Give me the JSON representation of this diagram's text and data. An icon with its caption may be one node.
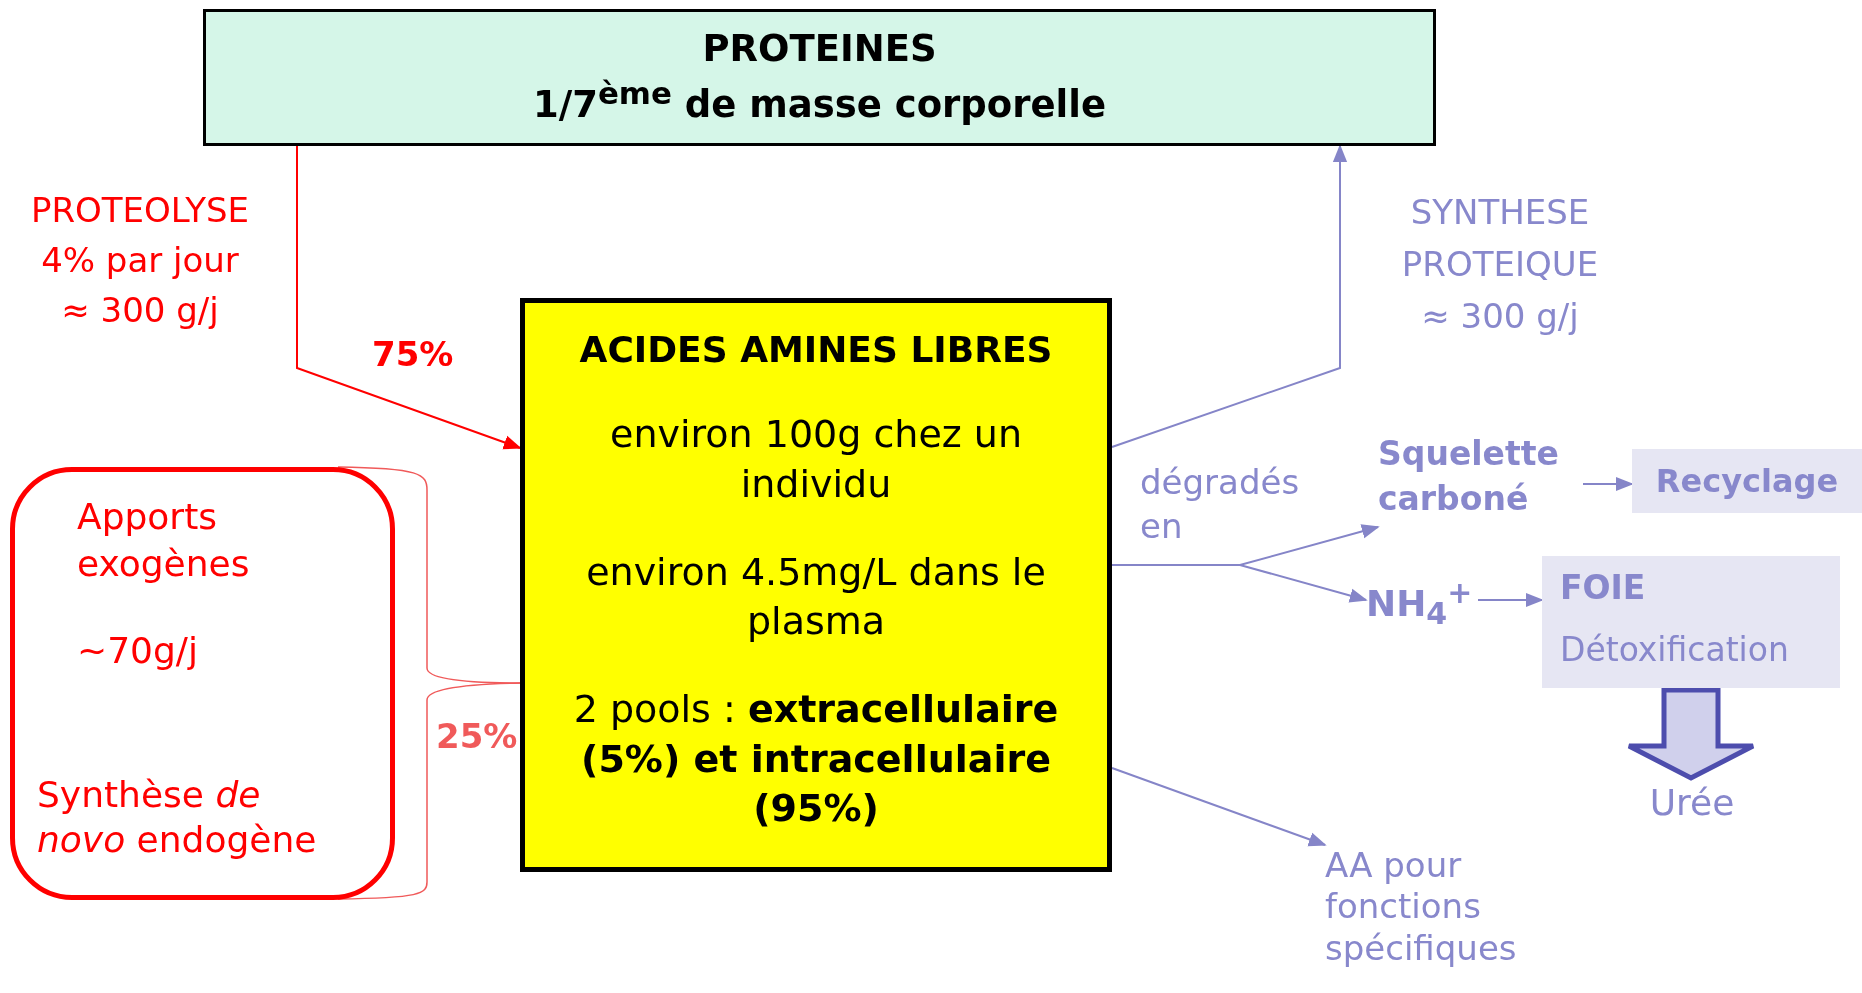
{
  "diagram": {
    "nodes": [
      {
        "text": [
          "PROTEINES",
          "1/7$^{ème}$ de masse corporelle"
        ]
      },
      {
        "text": [
          "ACIDES AMINES LIBRES",
          "environ 100g chez un individu",
          "environ 4.5mg/L dans le plasma",
          "2 pools : **extracellulaire (5%) et intracellulaire (95%)**"
        ]
      },
      {
        "text": [
          "Apports exogènes",
          "~70g/j",
          "Synthèse *de novo* endogène"
        ]
      },
      {
        "text": [
          "Squelette carboné"
        ]
      },
      {
        "text": [
          "Recyclage"
        ]
      },
      {
        "text": [
          "NH$_{4}$$^{+}$"
        ]
      },
      {
        "text": [
          "FOIE",
          "Détoxification"
        ]
      },
      {
        "text": [
          "Urée"
        ]
      },
      {
        "text": [
          "AA pour fonctions spécifiques"
        ]
      }
    ],
    "edges": [
      {
        "from": 0,
        "to": 1,
        "arrow": "to",
        "label": "75%",
        "color": "#ff0000"
      },
      {
        "from": 2,
        "to": 1,
        "arrow": "none",
        "label": "25%",
        "color": "#f05a5a"
      },
      {
        "from": 1,
        "to": 0,
        "arrow": "to"
      },
      {
        "from": 1,
        "to": 3,
        "arrow": "to"
      },
      {
        "from": 1,
        "to": 5,
        "arrow": "to"
      },
      {
        "from": 3,
        "to": 4,
        "arrow": "to"
      },
      {
        "from": 5,
        "to": 6,
        "arrow": "to"
      },
      {
        "from": 6,
        "to": 7,
        "arrow": "to",
        "style": "thick",
        "color": "#4d4dad"
      },
      {
        "from": 1,
        "to": 8,
        "arrow": "to"
      }
    ],
    "labels": [
      "PROTEOLYSE",
      "4% par jour",
      "≈ 300 g/j",
      "SYNTHESE",
      "PROTEIQUE",
      "≈ 300 g/j",
      "dégradés en"
    ]
  }
}
